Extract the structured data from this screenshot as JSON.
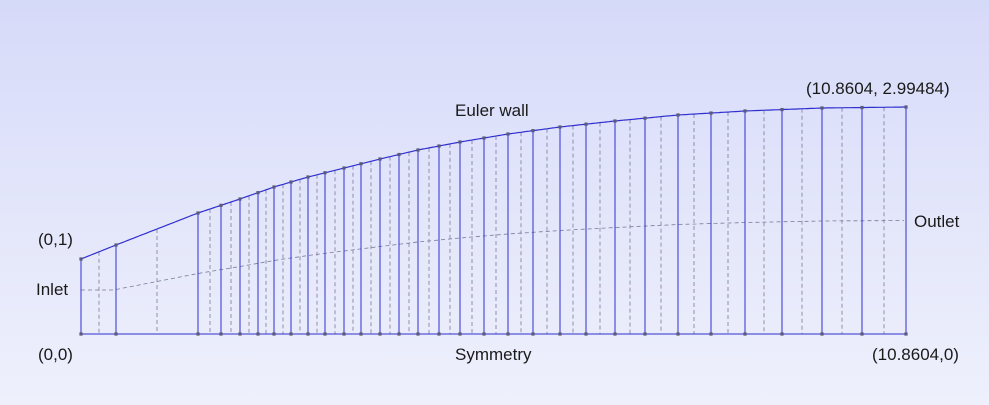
{
  "labels": {
    "origin": "(0,0)",
    "inlet_top": "(0,1)",
    "outlet_top": "(10.8604, 2.99484)",
    "outlet_bottom": "(10.8604,0)",
    "euler_wall": "Euler wall",
    "inlet": "Inlet",
    "outlet": "Outlet",
    "symmetry": "Symmetry"
  },
  "colors": {
    "mesh_line": "#2f2fd0",
    "dashed_line": "#7a7a9a",
    "node": "#5a5a7a"
  },
  "geometry_data": {
    "x_range": [
      0,
      10.8604
    ],
    "y_inlet": 1,
    "y_outlet": 2.99484,
    "centerline_inlet": 0.5,
    "centerline_outlet": 1.5
  }
}
